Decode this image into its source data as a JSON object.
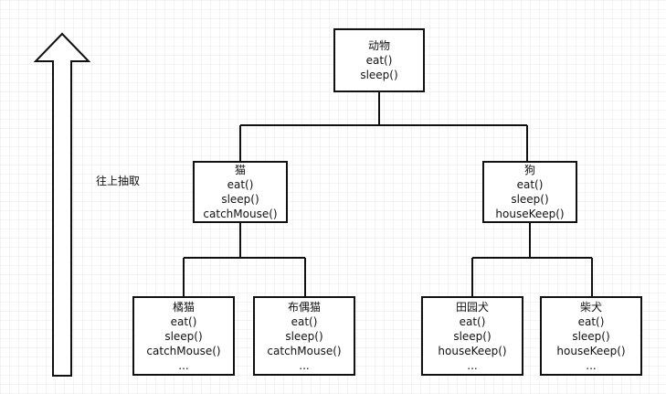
{
  "diagram": {
    "arrow_label": "往上抽取",
    "root": {
      "title": "动物",
      "methods": [
        "eat()",
        "sleep()"
      ]
    },
    "cat": {
      "title": "猫",
      "methods": [
        "eat()",
        "sleep()",
        "catchMouse()"
      ]
    },
    "dog": {
      "title": "狗",
      "methods": [
        "eat()",
        "sleep()",
        "houseKeep()"
      ]
    },
    "orange_cat": {
      "title": "橘猫",
      "methods": [
        "eat()",
        "sleep()",
        "catchMouse()",
        "..."
      ]
    },
    "ragdoll_cat": {
      "title": "布偶猫",
      "methods": [
        "eat()",
        "sleep()",
        "catchMouse()",
        "..."
      ]
    },
    "rural_dog": {
      "title": "田园犬",
      "methods": [
        "eat()",
        "sleep()",
        "houseKeep()",
        "..."
      ]
    },
    "shiba_dog": {
      "title": "柴犬",
      "methods": [
        "eat()",
        "sleep()",
        "houseKeep()",
        "..."
      ]
    }
  }
}
